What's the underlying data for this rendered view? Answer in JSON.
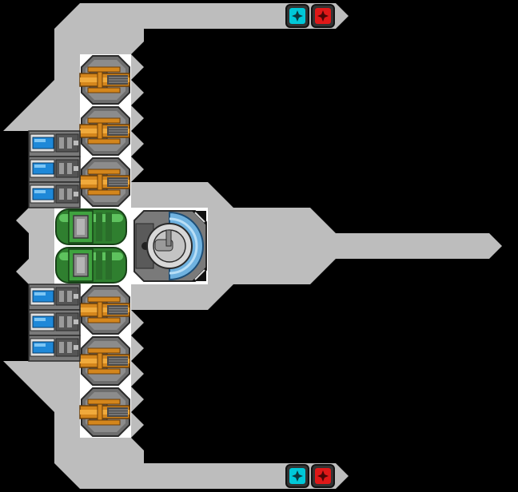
{
  "scene": {
    "name": "ship-layout-editor",
    "background_color": "#000000",
    "hull_color": "#bdbdbd",
    "slot_color": "#ffffff"
  },
  "modules": {
    "weapons": [
      {
        "id": "weapon-1",
        "type": "autocannon",
        "accent": "#d4861c"
      },
      {
        "id": "weapon-2",
        "type": "autocannon",
        "accent": "#d4861c"
      },
      {
        "id": "weapon-3",
        "type": "autocannon",
        "accent": "#d4861c"
      },
      {
        "id": "weapon-4",
        "type": "autocannon",
        "accent": "#d4861c"
      },
      {
        "id": "weapon-5",
        "type": "autocannon",
        "accent": "#d4861c"
      },
      {
        "id": "weapon-6",
        "type": "autocannon",
        "accent": "#d4861c"
      }
    ],
    "batteries": [
      {
        "id": "battery-1",
        "color": "#1e88d8"
      },
      {
        "id": "battery-2",
        "color": "#1e88d8"
      },
      {
        "id": "battery-3",
        "color": "#1e88d8"
      },
      {
        "id": "battery-4",
        "color": "#1e88d8"
      },
      {
        "id": "battery-5",
        "color": "#1e88d8"
      },
      {
        "id": "battery-6",
        "color": "#1e88d8"
      }
    ],
    "tanks": [
      {
        "id": "fuel-tank-1",
        "color": "#3fa33f"
      },
      {
        "id": "fuel-tank-2",
        "color": "#3fa33f"
      }
    ],
    "cockpit": {
      "id": "cockpit",
      "glass_color": "#6fb2e0"
    },
    "thruster_markers": [
      {
        "id": "top-cyan-marker",
        "color": "#00c8d8"
      },
      {
        "id": "top-red-marker",
        "color": "#e01818"
      },
      {
        "id": "bottom-cyan-marker",
        "color": "#00c8d8"
      },
      {
        "id": "bottom-red-marker",
        "color": "#e01818"
      }
    ]
  }
}
